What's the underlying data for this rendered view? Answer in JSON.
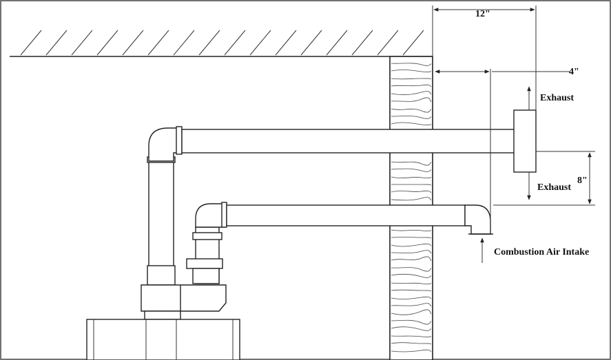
{
  "dimensions": {
    "wall_clearance": "12\"",
    "intake_offset": "4\"",
    "vertical_separation": "8\""
  },
  "labels": {
    "exhaust_upper": "Exhaust",
    "exhaust_lower": "Exhaust",
    "intake": "Combustion Air Intake"
  },
  "colors": {
    "ink": "#222222",
    "background": "#ffffff"
  }
}
